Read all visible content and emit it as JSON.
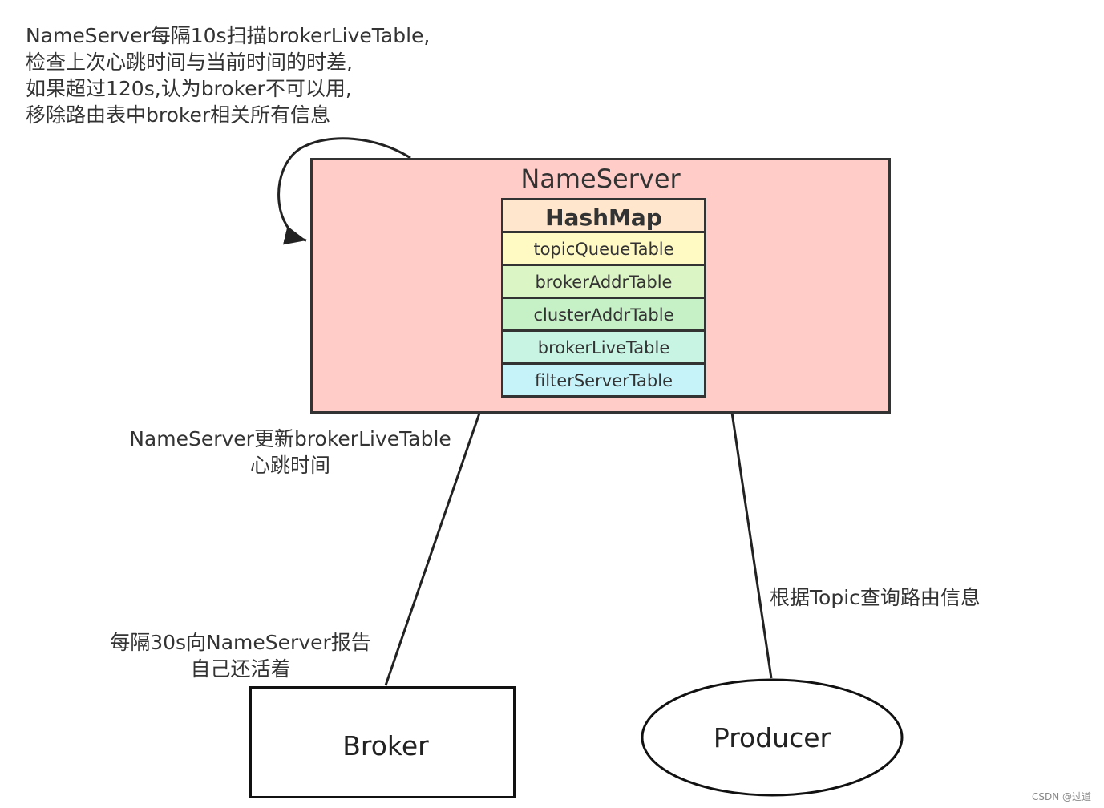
{
  "notes": {
    "nameserver_scan": [
      "NameServer每隔10s扫描brokerLiveTable,",
      "检查上次心跳时间与当前时间的时差,",
      "如果超过120s,认为broker不可以用,",
      "移除路由表中broker相关所有信息"
    ],
    "nameserver_update": [
      "NameServer更新brokerLiveTable",
      "心跳时间"
    ],
    "broker_report": [
      "每隔30s向NameServer报告",
      "自己还活着"
    ],
    "producer_query": "根据Topic查询路由信息"
  },
  "nameserver": {
    "title": "NameServer",
    "hashmap": {
      "header": "HashMap",
      "header_color": "#ffe6cc",
      "rows": [
        {
          "label": "topicQueueTable",
          "color": "#fff9c4"
        },
        {
          "label": "brokerAddrTable",
          "color": "#dcf5c4"
        },
        {
          "label": "clusterAddrTable",
          "color": "#c6f0c6"
        },
        {
          "label": "brokerLiveTable",
          "color": "#c8f4e4"
        },
        {
          "label": "filterServerTable",
          "color": "#c6f3fa"
        }
      ]
    }
  },
  "broker": {
    "label": "Broker"
  },
  "producer": {
    "label": "Producer"
  },
  "watermark": "CSDN @过道"
}
